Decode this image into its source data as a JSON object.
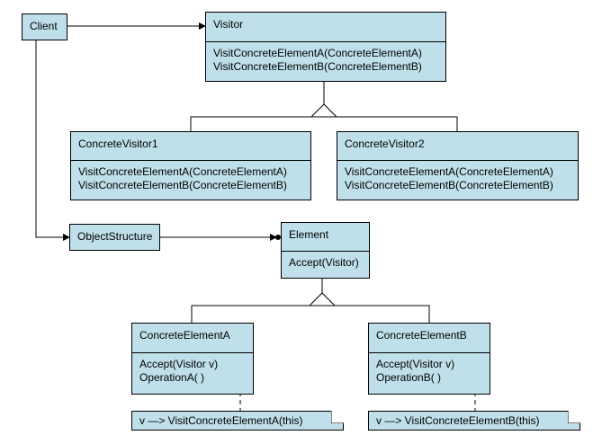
{
  "classes": {
    "client": {
      "name": "Client"
    },
    "visitor": {
      "name": "Visitor",
      "ops": [
        "VisitConcreteElementA(ConcreteElementA)",
        "VisitConcreteElementB(ConcreteElementB)"
      ]
    },
    "concrete_visitor1": {
      "name": "ConcreteVisitor1",
      "ops": [
        "VisitConcreteElementA(ConcreteElementA)",
        "VisitConcreteElementB(ConcreteElementB)"
      ]
    },
    "concrete_visitor2": {
      "name": "ConcreteVisitor2",
      "ops": [
        "VisitConcreteElementA(ConcreteElementA)",
        "VisitConcreteElementB(ConcreteElementB)"
      ]
    },
    "object_structure": {
      "name": "ObjectStructure"
    },
    "element": {
      "name": "Element",
      "ops": [
        "Accept(Visitor)"
      ]
    },
    "concrete_element_a": {
      "name": "ConcreteElementA",
      "ops": [
        "Accept(Visitor v)",
        "OperationA( )"
      ]
    },
    "concrete_element_b": {
      "name": "ConcreteElementB",
      "ops": [
        "Accept(Visitor v)",
        "OperationB( )"
      ]
    }
  },
  "notes": {
    "a": "v —> VisitConcreteElementA(this)",
    "b": "v —> VisitConcreteElementB(this)"
  }
}
